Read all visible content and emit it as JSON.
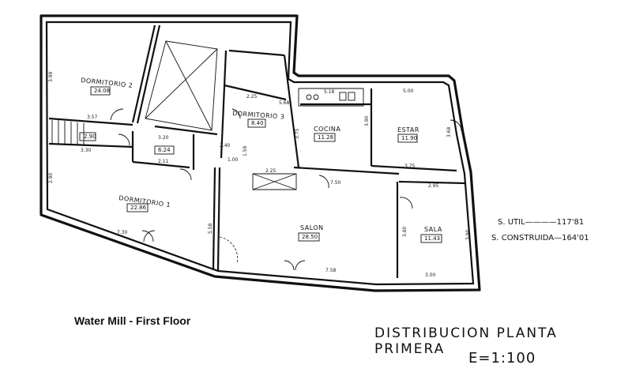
{
  "caption": "Water Mill - First Floor",
  "title": "DISTRIBUCION PLANTA PRIMERA",
  "scale": "E=1:100",
  "surface_util": "S. UTIL————117'81",
  "surface_construida": "S. CONSTRUIDA—164'01",
  "rooms": [
    {
      "name": "DORMITORIO 2",
      "area": "24.08"
    },
    {
      "name": "DORMITORIO 3",
      "area": "8.40"
    },
    {
      "name": "COCINA",
      "area": "11.28"
    },
    {
      "name": "ESTAR",
      "area": "11.90"
    },
    {
      "name": "DORMITORIO 1",
      "area": "22.86"
    },
    {
      "name": "SALON",
      "area": "28.50"
    },
    {
      "name": "SALA",
      "area": "11.43"
    },
    {
      "name": "",
      "area": "6.24"
    },
    {
      "name": "",
      "area": "2.90"
    }
  ],
  "dimensions": [
    "3.99",
    "3.57",
    "3.30",
    "3.20",
    "2.11",
    "2.90",
    "7.30",
    "5.58",
    "2.25",
    "5.68",
    "3.75",
    "2.40",
    "1.59",
    "1.00",
    "2.25",
    "5.18",
    "3.90",
    "5.00",
    "3.68",
    "3.75",
    "7.50",
    "2.95",
    "3.80",
    "3.90",
    "3.00",
    "7.58"
  ]
}
